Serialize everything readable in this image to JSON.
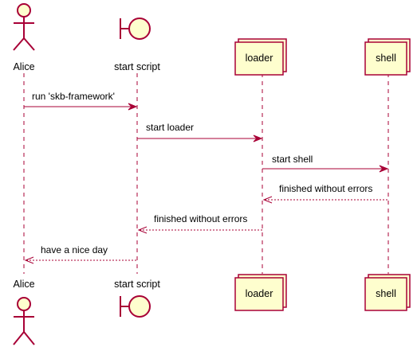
{
  "colors": {
    "line": "#A80036",
    "fill": "#FEFECE",
    "shadow": "#B0B0B0",
    "lifeline": "#A80036"
  },
  "participants": [
    {
      "id": "alice",
      "label": "Alice",
      "kind": "actor"
    },
    {
      "id": "start",
      "label": "start script",
      "kind": "boundary"
    },
    {
      "id": "loader",
      "label": "loader",
      "kind": "collections"
    },
    {
      "id": "shell",
      "label": "shell",
      "kind": "collections"
    }
  ],
  "messages": [
    {
      "from": "alice",
      "to": "start",
      "label": "run 'skb-framework'",
      "style": "solid"
    },
    {
      "from": "start",
      "to": "loader",
      "label": "start loader",
      "style": "solid"
    },
    {
      "from": "loader",
      "to": "shell",
      "label": "start shell",
      "style": "solid"
    },
    {
      "from": "shell",
      "to": "loader",
      "label": "finished without errors",
      "style": "dashed"
    },
    {
      "from": "loader",
      "to": "start",
      "label": "finished without errors",
      "style": "dashed"
    },
    {
      "from": "start",
      "to": "alice",
      "label": "have a nice day",
      "style": "dashed"
    }
  ]
}
